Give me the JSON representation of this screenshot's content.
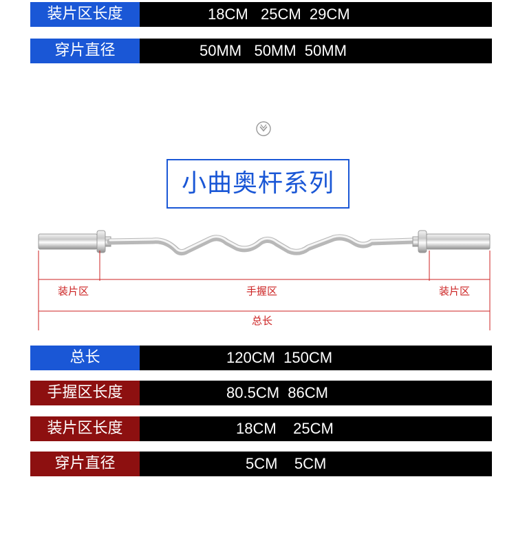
{
  "top_specs": [
    {
      "label": "装片区长度",
      "value": "18CM   25CM  29CM"
    },
    {
      "label": "穿片直径",
      "value": "50MM   50MM  50MM"
    }
  ],
  "series_title": "小曲奥杆系列",
  "diagram": {
    "left_label": "装片区",
    "middle_label": "手握区",
    "right_label": "装片区",
    "total_label": "总长"
  },
  "bottom_specs": [
    {
      "label": "总长",
      "value": "120CM  150CM"
    },
    {
      "label": "手握区长度",
      "value": "80.5CM  86CM"
    },
    {
      "label": "装片区长度",
      "value": "18CM    25CM"
    },
    {
      "label": "穿片直径",
      "value": "5CM    5CM"
    }
  ],
  "colors": {
    "blue": "#1a57d6",
    "red": "#8d1010",
    "dimension": "#cc2222"
  },
  "icons": {
    "divider": "chevron-down-circle-icon"
  }
}
